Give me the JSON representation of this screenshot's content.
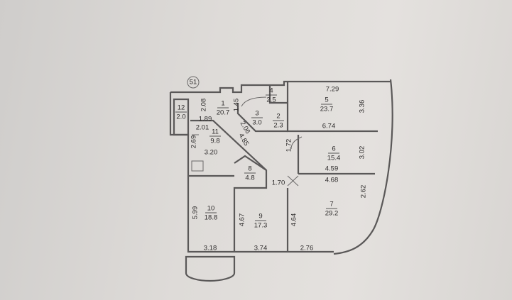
{
  "axis_marker": "51",
  "rooms": [
    {
      "number": "1",
      "area": "20.7"
    },
    {
      "number": "2",
      "area": "2.3"
    },
    {
      "number": "3",
      "area": "3.0"
    },
    {
      "number": "4",
      "area": "2.5"
    },
    {
      "number": "5",
      "area": "23.7"
    },
    {
      "number": "6",
      "area": "15.4"
    },
    {
      "number": "7",
      "area": "29.2"
    },
    {
      "number": "8",
      "area": "4.8"
    },
    {
      "number": "9",
      "area": "17.3"
    },
    {
      "number": "10",
      "area": "18.8"
    },
    {
      "number": "11",
      "area": "9.8"
    },
    {
      "number": "12",
      "area": "2.0"
    }
  ],
  "dimensions": [
    "2.08",
    "1.45",
    "1.89",
    "2.01",
    "2.06",
    "4.85",
    "2.69",
    "3.20",
    "1.72",
    "7.29",
    "3.36",
    "6.74",
    "3.02",
    "4.59",
    "4.68",
    "1.70",
    "2.62",
    "5.99",
    "4.67",
    "4.64",
    "3.18",
    "3.74",
    "2.76"
  ]
}
